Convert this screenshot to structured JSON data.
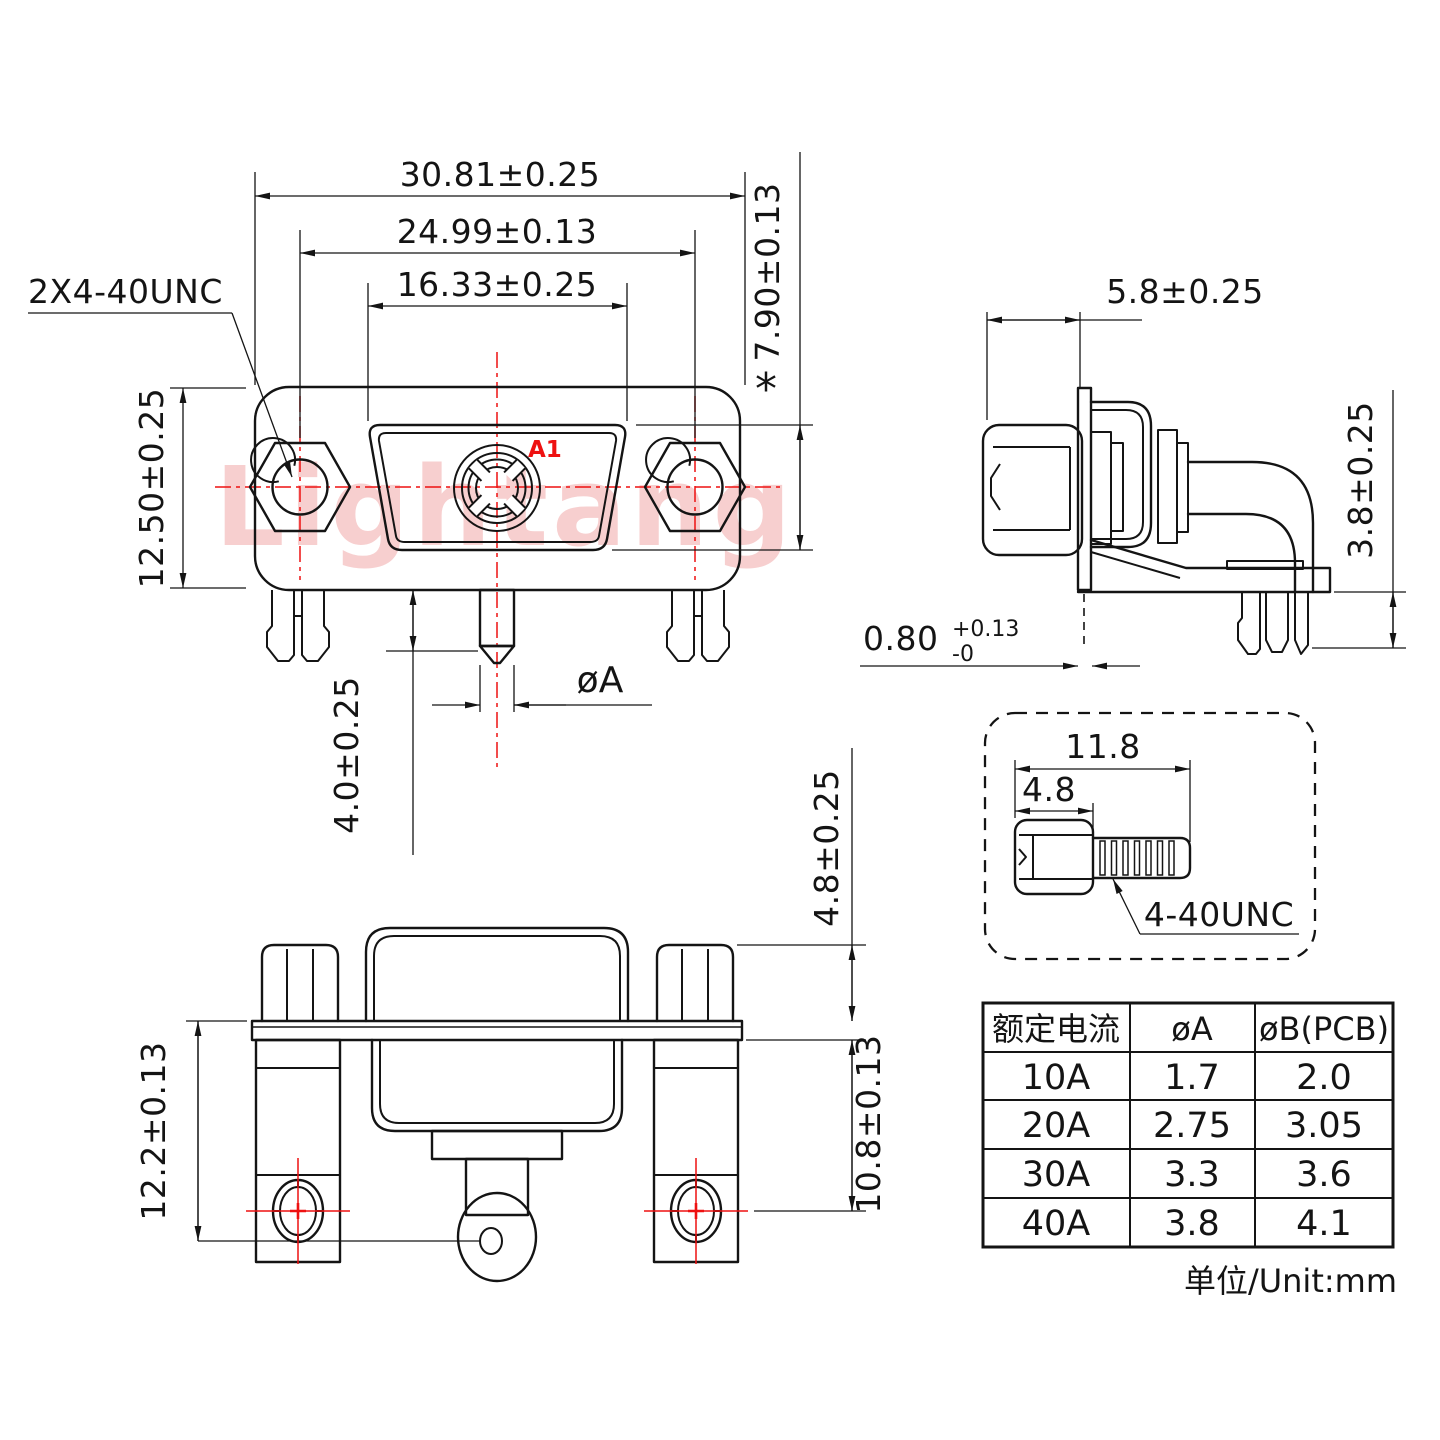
{
  "front_view": {
    "dim_outer": "30.81±0.25",
    "dim_holes": "24.99±0.13",
    "dim_shell_w": "16.33±0.25",
    "dim_height": "12.50±0.25",
    "dim_shell_h": "7.90±0.13",
    "ref_star": "*",
    "thread_label": "2X4-40UNC",
    "contact_label": "A1",
    "dim_pin_len": "4.0±0.25",
    "dim_pin_dia": "øA"
  },
  "side_view": {
    "dim_depth": "5.8±0.25",
    "dim_pin_below": "3.8±0.25",
    "flange": {
      "value": "0.80",
      "tol_plus": "+0.13",
      "tol_minus": "-0"
    }
  },
  "bottom_view": {
    "dim_hole": "12.2±0.13",
    "dim_leg": "10.8±0.13",
    "dim_nut": "4.8±0.25"
  },
  "screw_detail": {
    "dim_total": "11.8",
    "dim_head": "4.8",
    "thread_label": "4-40UNC"
  },
  "spec_table": {
    "headers": [
      "额定电流",
      "øA",
      "øB(PCB)"
    ],
    "rows": [
      [
        "10A",
        "1.7",
        "2.0"
      ],
      [
        "20A",
        "2.75",
        "3.05"
      ],
      [
        "30A",
        "3.3",
        "3.6"
      ],
      [
        "40A",
        "3.8",
        "4.1"
      ]
    ],
    "unit_note": "单位/Unit:mm"
  },
  "watermark": {
    "text": "Lightang",
    "color": "#f7cfcf"
  },
  "colors": {
    "line": "#141414",
    "accent_red": "#ee1111"
  }
}
